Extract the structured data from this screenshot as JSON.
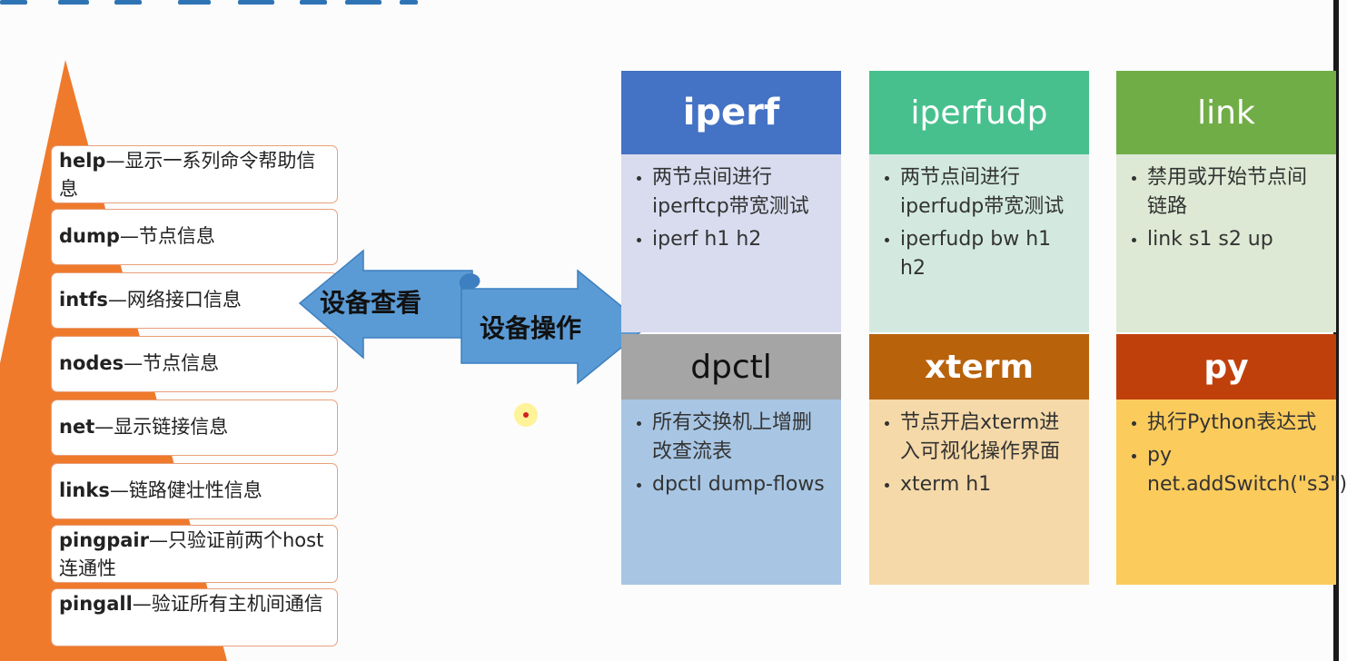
{
  "left_panel": {
    "view_label": "设备查看",
    "operate_label": "设备操作",
    "commands": [
      {
        "name": "help",
        "desc": "—显示一系列命令帮助信息"
      },
      {
        "name": "dump",
        "desc": "—节点信息"
      },
      {
        "name": "intfs",
        "desc": "—网络接口信息"
      },
      {
        "name": "nodes",
        "desc": "—节点信息"
      },
      {
        "name": "net",
        "desc": "—显示链接信息"
      },
      {
        "name": "links",
        "desc": "—链路健壮性信息"
      },
      {
        "name": "pingpair",
        "desc": "—只验证前两个host连通性"
      },
      {
        "name": "pingall",
        "desc": "—验证所有主机间通信"
      }
    ]
  },
  "cards": [
    {
      "title": "iperf",
      "bold": true,
      "head_color": "#4472c4",
      "title_color": "#ffffff",
      "body_color": "#d9dcef",
      "items": [
        "两节点间进行iperftcp带宽测试",
        "iperf h1 h2"
      ]
    },
    {
      "title": "iperfudp",
      "bold": false,
      "head_color": "#48c08e",
      "title_color": "#ffffff",
      "body_color": "#d3e9e0",
      "items": [
        "两节点间进行iperfudp带宽测试",
        "iperfudp bw h1 h2"
      ]
    },
    {
      "title": "link",
      "bold": false,
      "head_color": "#70ad47",
      "title_color": "#ffffff",
      "body_color": "#dde9d4",
      "items": [
        "禁用或开始节点间链路",
        "link s1 s2 up"
      ]
    },
    {
      "title": "dpctl",
      "bold": false,
      "head_color": "#a5a5a5",
      "title_color": "#111111",
      "body_color": "#a8c6e4",
      "items": [
        "所有交换机上增删改查流表",
        "dpctl dump-flows"
      ]
    },
    {
      "title": "xterm",
      "bold": true,
      "head_color": "#b8620c",
      "title_color": "#ffffff",
      "body_color": "#f5d9a8",
      "items": [
        "节点开启xterm进入可视化操作界面",
        "xterm h1"
      ]
    },
    {
      "title": "py",
      "bold": true,
      "head_color": "#c0400c",
      "title_color": "#ffffff",
      "body_color": "#fbcb5c",
      "items": [
        "执行Python表达式",
        "py net.addSwitch(\"s3\")"
      ]
    }
  ]
}
